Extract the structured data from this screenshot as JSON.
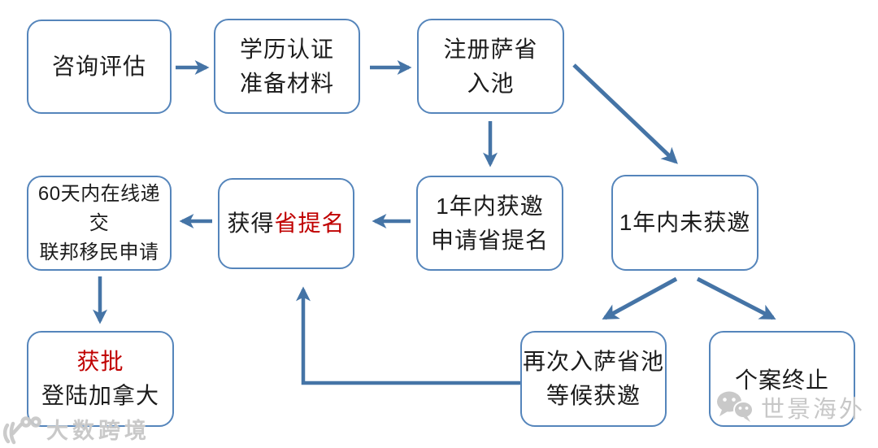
{
  "diagram": {
    "nodes": {
      "consult": {
        "line1": "咨询评估"
      },
      "credential": {
        "line1": "学历认证",
        "line2": "准备材料"
      },
      "register": {
        "line1": "注册萨省",
        "line2": "入池"
      },
      "invited": {
        "line1": "1年内获邀",
        "line2": "申请省提名"
      },
      "not_invited": {
        "line1": "1年内未获邀"
      },
      "nomination": {
        "prefix": "获得",
        "highlight": "省提名"
      },
      "federal": {
        "line1": "60天内在线递交",
        "line2": "联邦移民申请"
      },
      "approved": {
        "highlight": "获批",
        "line2": "登陆加拿大"
      },
      "repool": {
        "line1": "再次入萨省池",
        "line2": "等候获邀"
      },
      "terminated": {
        "line1": "个案终止"
      }
    },
    "edges": [
      {
        "from": "consult",
        "to": "credential"
      },
      {
        "from": "credential",
        "to": "register"
      },
      {
        "from": "register",
        "to": "invited"
      },
      {
        "from": "register",
        "to": "not_invited"
      },
      {
        "from": "invited",
        "to": "nomination"
      },
      {
        "from": "nomination",
        "to": "federal"
      },
      {
        "from": "federal",
        "to": "approved"
      },
      {
        "from": "not_invited",
        "to": "repool"
      },
      {
        "from": "not_invited",
        "to": "terminated"
      },
      {
        "from": "repool",
        "to": "nomination"
      }
    ]
  },
  "watermarks": {
    "bottom_left_brand": "大数跨境",
    "wechat_brand": "世景海外"
  },
  "colors": {
    "box_border": "#5585bb",
    "arrow": "#4574a6",
    "text": "#1c1c1c",
    "highlight_red": "#c00000",
    "watermark_gray": "#c6c6c6"
  }
}
